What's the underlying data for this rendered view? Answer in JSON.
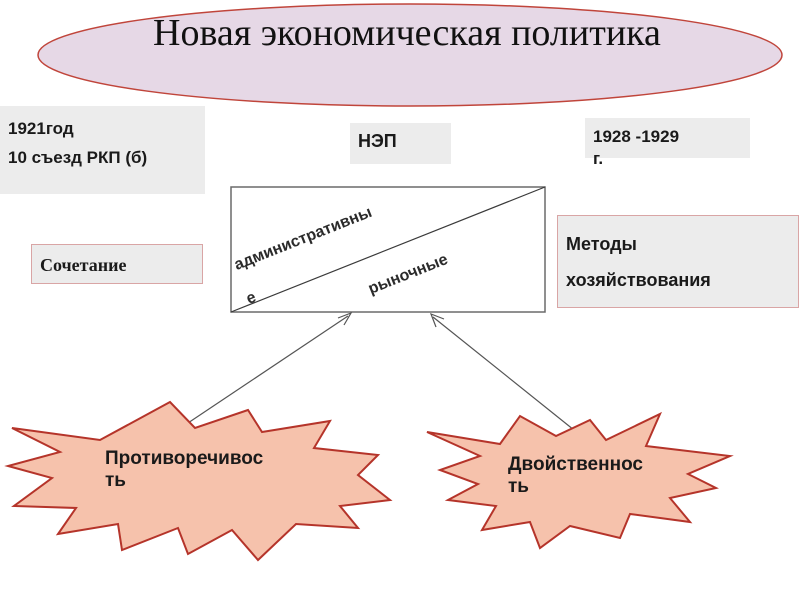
{
  "title": "Новая экономическая политика",
  "year_box": {
    "year": "1921год",
    "congress": "10 съезд РКП (б)"
  },
  "nep_box": {
    "label": "НЭП"
  },
  "dates_box": {
    "line1": "1928 -1929",
    "line2": "г."
  },
  "combo_box": {
    "label": "Сочетание"
  },
  "methods_box": {
    "line1": "Методы",
    "line2": "хозяйствования"
  },
  "rect_labels": {
    "administrative_part1": "административны",
    "administrative_part2": "е",
    "market": "рыночные"
  },
  "bursts": {
    "left": {
      "line1": "Противоречивос",
      "line2": "ть"
    },
    "right": {
      "line1": "Двойственнос",
      "line2": "ть"
    }
  },
  "colors": {
    "ellipse_fill": "#e6d8e6",
    "ellipse_stroke": "#c0453b",
    "box_fill": "#ececec",
    "burst_fill": "#f6c2ac",
    "burst_stroke": "#b5342a",
    "line": "#555555"
  }
}
